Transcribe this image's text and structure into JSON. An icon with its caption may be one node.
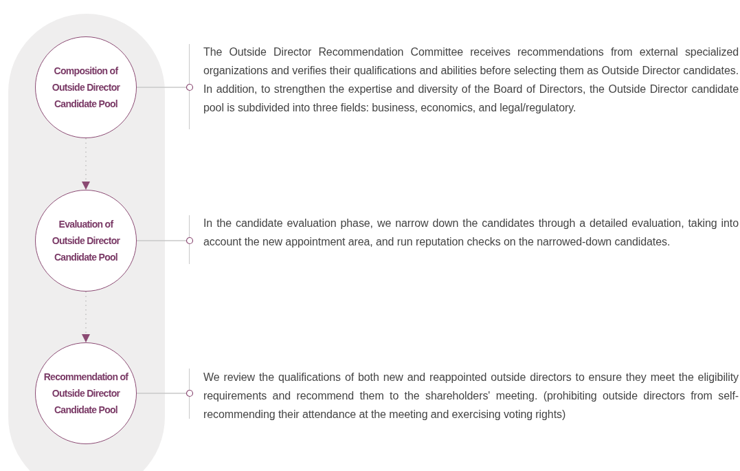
{
  "diagram": {
    "nodes": [
      {
        "text": [
          "Composition of Outside Director Candidate Pool"
        ]
      },
      {
        "text": [
          "Evaluation of Outside Director Candidate Pool"
        ]
      },
      {
        "text": [
          "Recommendation of Outside Director Candidate Pool"
        ]
      },
      {
        "text": [
          "The Outside Director Recommendation Committee receives recommendations from external specialized organizations and verifies their qualifications and abilities before selecting them as Outside Director candidates. In addition, to strengthen the expertise and diversity of the Board of Directors, the Outside Director candidate pool is subdivided into three fields: business, economics, and legal/regulatory."
        ]
      },
      {
        "text": [
          "In the candidate evaluation phase, we narrow down the candidates through a detailed evaluation, taking into account the new appointment area, and run reputation checks on the narrowed-down candidates."
        ]
      },
      {
        "text": [
          "We review the qualifications of both new and reappointed outside directors to ensure they meet the eligibility requirements and recommend them to the shareholders' meeting. (prohibiting outside directors from self-recommending their attendance at the meeting and exercising voting rights)"
        ]
      }
    ],
    "edges": [
      {
        "from": 0,
        "to": 1,
        "arrow": "to",
        "style": "dashed"
      },
      {
        "from": 1,
        "to": 2,
        "arrow": "to",
        "style": "dashed"
      },
      {
        "from": 0,
        "to": 3,
        "arrow": "other",
        "color": "#c8c8c8"
      },
      {
        "from": 1,
        "to": 4,
        "arrow": "other",
        "color": "#c8c8c8"
      },
      {
        "from": 2,
        "to": 5,
        "arrow": "other",
        "color": "#c8c8c8"
      }
    ]
  }
}
